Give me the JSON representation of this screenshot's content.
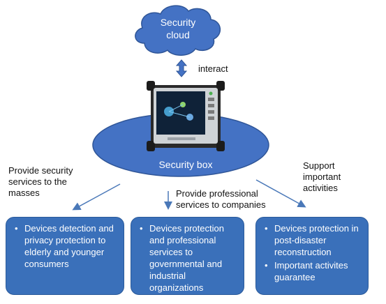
{
  "nodes": {
    "cloud": "Security cloud",
    "box": "Security box"
  },
  "edges": {
    "interact": "interact",
    "left": "Provide security services to the masses",
    "center": "Provide professional services to companies",
    "right": "Support important activities"
  },
  "panels": [
    {
      "items": [
        "Devices detection and privacy protection to elderly and younger consumers"
      ]
    },
    {
      "items": [
        "Devices protection and professional services to governmental and industrial organizations"
      ]
    },
    {
      "items": [
        "Devices protection in post-disaster reconstruction",
        "Important activites guarantee"
      ]
    }
  ],
  "colors": {
    "shape_fill": "#4472c4",
    "panel_fill": "#3a70ba",
    "arrow": "#4a78b8"
  }
}
